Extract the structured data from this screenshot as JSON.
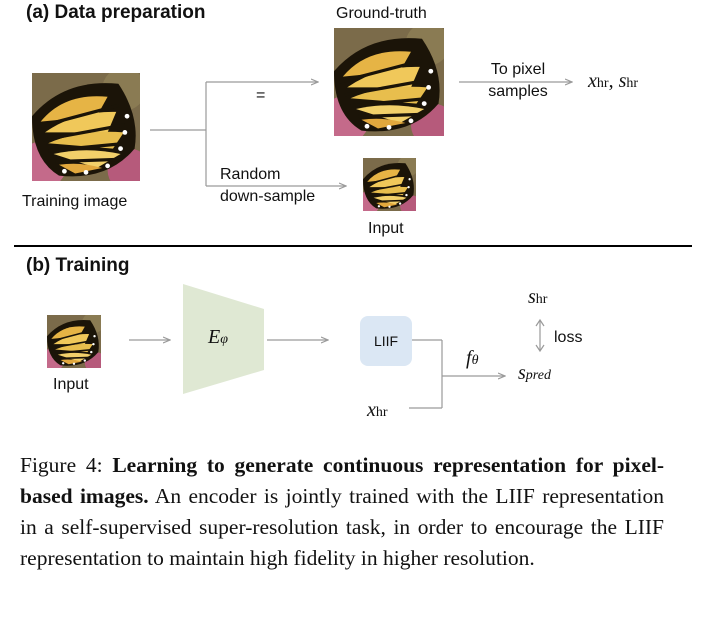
{
  "section_a": {
    "title": "(a) Data preparation",
    "ground_truth_label": "Ground-truth",
    "training_image_label": "Training image",
    "equals": "=",
    "random_label_1": "Random",
    "random_label_2": "down-sample",
    "input_label": "Input",
    "to_pixel_label_1": "To pixel",
    "to_pixel_label_2": "samples",
    "x_sym": "x",
    "x_sub": "hr",
    "s_sym": "s",
    "s_sub": "hr",
    "comma": ","
  },
  "section_b": {
    "title": "(b) Training",
    "input_label": "Input",
    "encoder_sym": "E",
    "encoder_sub": "φ",
    "liif_label": "LIIF",
    "f_sym": "f",
    "f_sub": "θ",
    "x_sym": "x",
    "x_sub": "hr",
    "s_top_sym": "s",
    "s_top_sub": "hr",
    "loss_label": "loss",
    "s_pred_sym": "s",
    "s_pred_sub": "pred"
  },
  "caption": {
    "prefix": "Figure 4: ",
    "bold": "Learning to generate continuous representation for pixel-based images.",
    "rest": " An encoder is jointly trained with the LIIF representation in a self-supervised super-resolution task, in order to encourage the LIIF representation to maintain high fidelity in higher resolution."
  },
  "colors": {
    "arrow": "#9a9a9a",
    "encoder_fill": "#dfe8d3",
    "liif_fill": "#dbe7f4",
    "divider": "#000000"
  }
}
